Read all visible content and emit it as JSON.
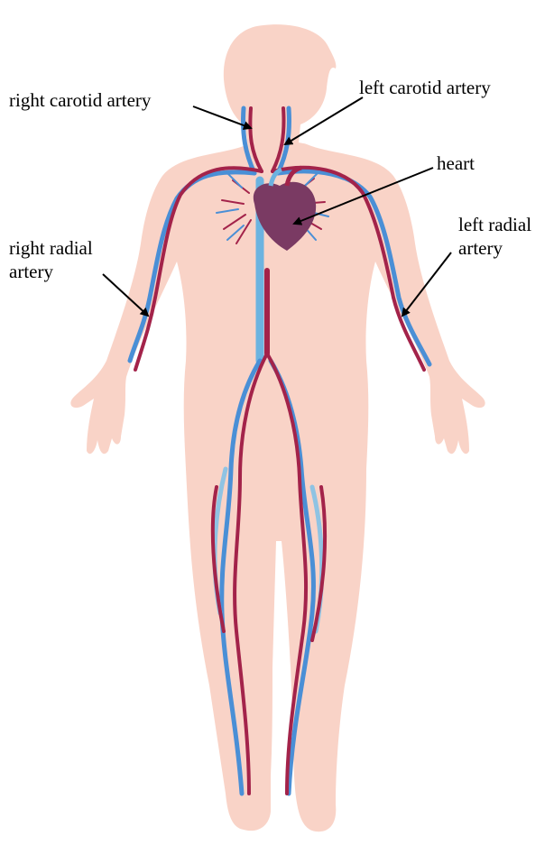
{
  "labels": {
    "right_carotid": [
      "right carotid artery"
    ],
    "left_carotid": [
      "left carotid artery"
    ],
    "heart": [
      "heart"
    ],
    "right_radial": [
      "right radial",
      "artery"
    ],
    "left_radial": [
      "left radial",
      "artery"
    ]
  },
  "colors": {
    "skin": "#f9d3c7",
    "artery": "#a3234a",
    "vein": "#4a8fd6",
    "pale_vein": "#8fc3e3",
    "heart": "#7a3a63",
    "arrow": "#000000"
  }
}
